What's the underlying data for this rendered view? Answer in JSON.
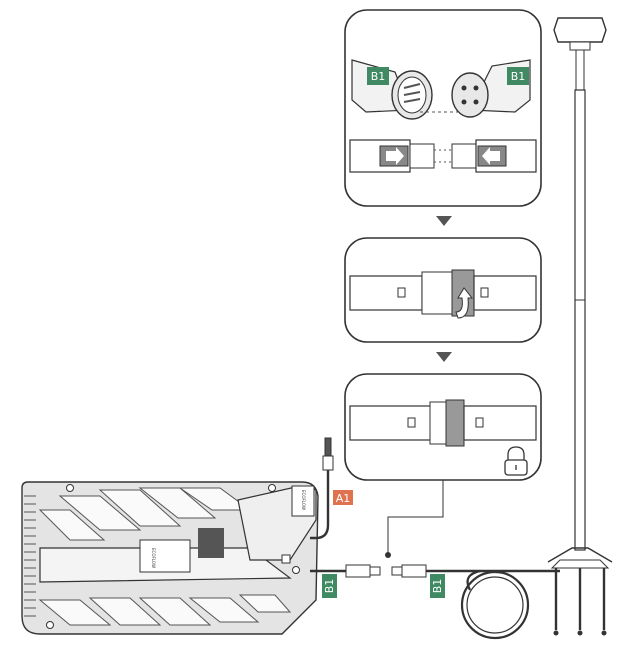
{
  "labels": {
    "b1_male_tag": "B1",
    "b1_female_tag": "B1",
    "a1_tag": "A1",
    "b1_cable_left_tag": "B1",
    "b1_cable_right_tag": "B1",
    "brand_side": "ECOFLOW",
    "brand_front": "ECOFLOW"
  },
  "colors": {
    "b1_green": "#3f8a62",
    "a1_orange": "#e0734f",
    "panel_stroke": "#333333",
    "device_fill": "#d6d6d6",
    "arrow_fill": "#555555"
  },
  "icons": {
    "step_arrow_1": "triangle-down",
    "step_arrow_2": "triangle-down",
    "lock": "padlock",
    "rotate": "curved-arrow"
  }
}
